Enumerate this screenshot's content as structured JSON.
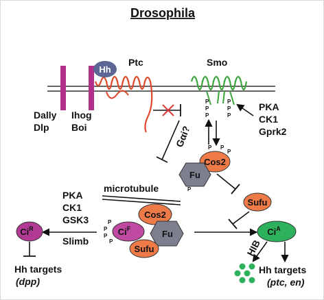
{
  "title": "Drosophila",
  "membrane": {
    "dally": "Dally",
    "dlp": "Dlp",
    "ihog": "Ihog",
    "boi": "Boi",
    "hh": "Hh",
    "ptc": "Ptc",
    "smo": "Smo",
    "gai": "Gαi?"
  },
  "kinases_right": [
    "PKA",
    "CK1",
    "Gprk2"
  ],
  "kinases_left": [
    "PKA",
    "CK1",
    "GSK3"
  ],
  "slimb": "Slimb",
  "microtubule": "microtubule",
  "phospho": "P",
  "complex": {
    "cos2": "Cos2",
    "fu": "Fu",
    "sufu": "Sufu",
    "ci_f_base": "Ci",
    "ci_f_sup": "F"
  },
  "nodes": {
    "cos2": "Cos2",
    "fu": "Fu",
    "sufu": "Sufu",
    "ci_a_base": "Ci",
    "ci_a_sup": "A",
    "ci_r_base": "Ci",
    "ci_r_sup": "R",
    "hib": "HIB"
  },
  "targets_left": {
    "line1": "Hh targets",
    "line2": "(dpp)"
  },
  "targets_right": {
    "line1": "Hh targets",
    "line2": "(ptc, en)"
  },
  "colors": {
    "magenta": "#b0308a",
    "ptc_red": "#e0462a",
    "smo_green": "#3ba53b",
    "hh_blue": "#5c6694",
    "cos2_orange": "#ee7a48",
    "fu_gray": "#7d7f8e",
    "ci_green": "#2eb15c",
    "cir_magenta": "#b13a95",
    "ci_f_magenta": "#c04aa2",
    "inhibit_red": "#e03a3a"
  }
}
